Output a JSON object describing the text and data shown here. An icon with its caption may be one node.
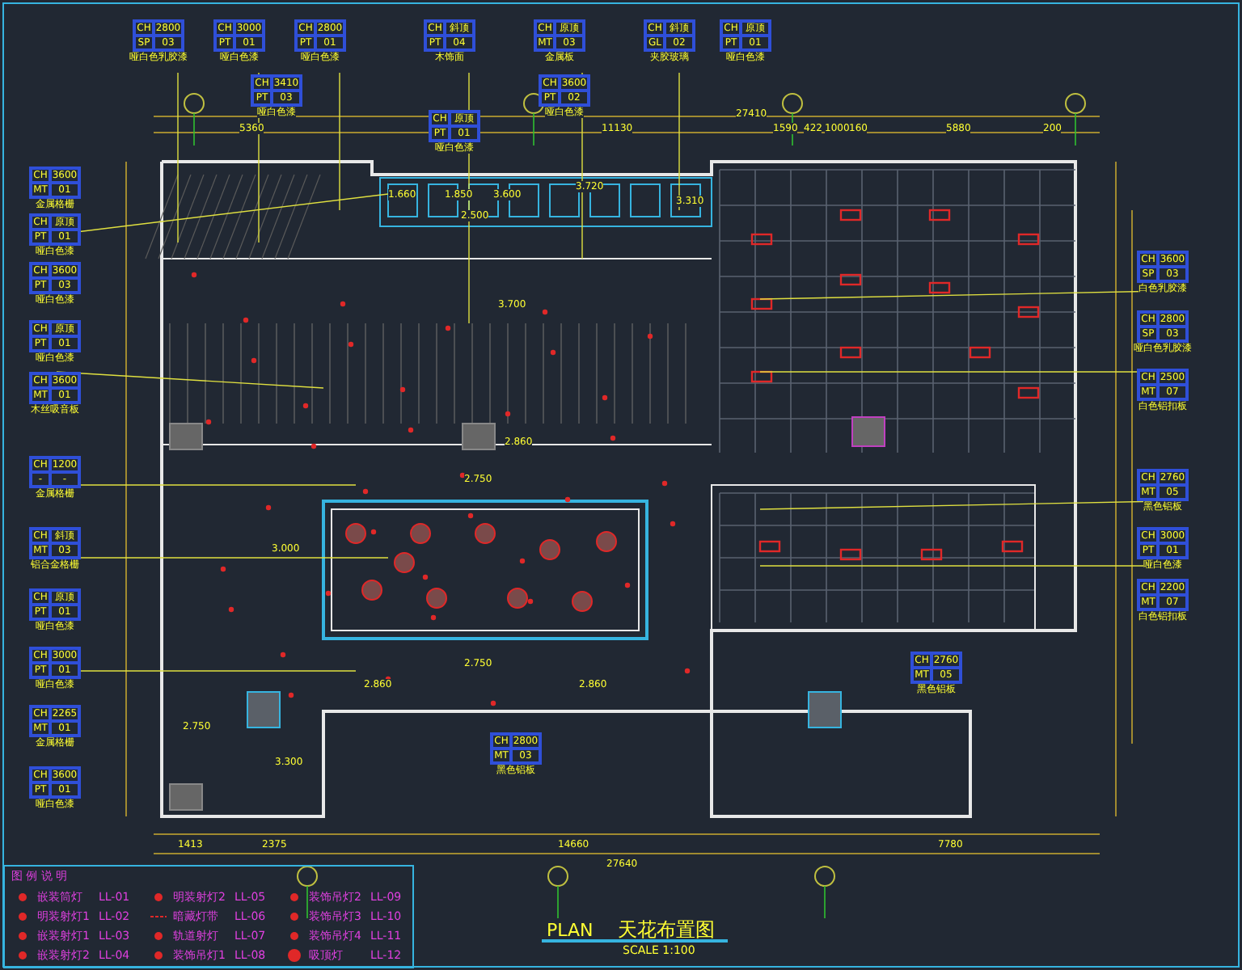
{
  "diagram": {
    "title": "天花布置图",
    "labels": [
      "PLAN",
      "SCALE 1:100",
      "图 例 说 明",
      "LL-01",
      "LL-05",
      "LL-09",
      "LL-02",
      "LL-06",
      "LL-10",
      "LL-03",
      "LL-07",
      "LL-11",
      "LL-04",
      "LL-08",
      "LL-12",
      "5360",
      "11130",
      "27410",
      "1590",
      "422",
      "1000",
      "160",
      "5880",
      "200",
      "1413",
      "2375",
      "14660",
      "7780",
      "27640",
      "1.660",
      "1.850",
      "2.500",
      "3.600",
      "3.720",
      "3.310",
      "3.700",
      "2.750",
      "2.860",
      "3.000",
      "2.750",
      "2.860",
      "2.860",
      "3.300",
      "2.750",
      "CH",
      "2800",
      "SP",
      "03",
      "哑白色乳胶漆",
      "CH",
      "3000",
      "PT",
      "01",
      "哑白色漆",
      "CH",
      "2800",
      "PT",
      "01",
      "哑白色漆",
      "CH",
      "斜顶",
      "PT",
      "04",
      "木饰面",
      "CH",
      "原顶",
      "MT",
      "03",
      "金属板",
      "CH",
      "斜顶",
      "GL",
      "02",
      "夹胶玻璃",
      "CH",
      "3410",
      "PT",
      "03",
      "哑白色漆",
      "CH",
      "3600",
      "PT",
      "02",
      "哑白色漆",
      "CH",
      "原顶",
      "PT",
      "01",
      "哑白色漆",
      "CH",
      "原顶",
      "PT",
      "01",
      "哑白色漆",
      "CH",
      "3600",
      "MT",
      "01",
      "金属格栅",
      "CH",
      "原顶",
      "PT",
      "01",
      "哑白色漆",
      "CH",
      "3600",
      "PT",
      "03",
      "哑白色漆",
      "CH",
      "原顶",
      "PT",
      "01",
      "哑白色漆",
      "CH",
      "3600",
      "MT",
      "01",
      "木丝吸音板",
      "CH",
      "1200",
      "-",
      "-",
      "金属格栅",
      "CH",
      "斜顶",
      "MT",
      "03",
      "铝合金格栅",
      "CH",
      "原顶",
      "PT",
      "01",
      "哑白色漆",
      "CH",
      "3000",
      "PT",
      "01",
      "哑白色漆",
      "CH",
      "2265",
      "MT",
      "01",
      "金属格栅",
      "CH",
      "3600",
      "PT",
      "01",
      "哑白色漆",
      "CH",
      "3600",
      "SP",
      "03",
      "白色乳胶漆",
      "CH",
      "2800",
      "SP",
      "03",
      "哑白色乳胶漆",
      "CH",
      "2500",
      "MT",
      "07",
      "白色铝扣板",
      "CH",
      "2760",
      "MT",
      "05",
      "黑色铝板",
      "CH",
      "3000",
      "PT",
      "01",
      "哑白色漆",
      "CH",
      "2200",
      "MT",
      "07",
      "白色铝扣板",
      "CH",
      "2800",
      "MT",
      "03",
      "黑色铝板",
      "CH",
      "2760",
      "MT",
      "05",
      "黑色铝板"
    ],
    "legend": [
      {
        "text": "嵌装筒灯"
      },
      {
        "text": "明装射灯2"
      },
      {
        "text": "装饰吊灯2"
      },
      {
        "text": "明装射灯1"
      },
      {
        "text": "暗藏灯带"
      },
      {
        "text": "装饰吊灯3"
      },
      {
        "text": "嵌装射灯1"
      },
      {
        "text": "轨道射灯"
      },
      {
        "text": "装饰吊灯4"
      },
      {
        "text": "嵌装射灯2"
      },
      {
        "text": "装饰吊灯1"
      },
      {
        "text": "吸顶灯"
      }
    ]
  }
}
